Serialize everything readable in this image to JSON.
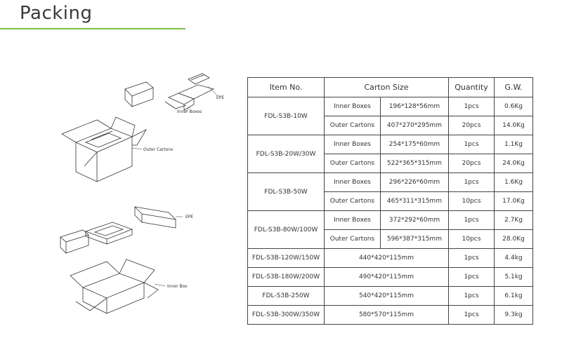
{
  "header": {
    "title": "Packing"
  },
  "illustration": {
    "top_labels": [
      "EPE",
      "Inner Boxes",
      "Outer Cartons"
    ],
    "bottom_labels": [
      "EPE",
      "Inner Box"
    ]
  },
  "table": {
    "headers": {
      "item": "Item No.",
      "carton": "Carton Size",
      "quantity": "Quantity",
      "gw": "G.W."
    },
    "grouped_rows": [
      {
        "item": "FDL-S3B-10W",
        "inner": {
          "label": "Inner Boxes",
          "size": "196*128*56mm",
          "qty": "1pcs",
          "gw": "0.6Kg"
        },
        "outer": {
          "label": "Outer Cartons",
          "size": "407*270*295mm",
          "qty": "20pcs",
          "gw": "14.0Kg"
        }
      },
      {
        "item": "FDL-S3B-20W/30W",
        "inner": {
          "label": "Inner Boxes",
          "size": "254*175*60mm",
          "qty": "1pcs",
          "gw": "1.1Kg"
        },
        "outer": {
          "label": "Outer Cartons",
          "size": "522*365*315mm",
          "qty": "20pcs",
          "gw": "24.0Kg"
        }
      },
      {
        "item": "FDL-S3B-50W",
        "inner": {
          "label": "Inner Boxes",
          "size": "296*226*60mm",
          "qty": "1pcs",
          "gw": "1.6Kg"
        },
        "outer": {
          "label": "Outer Cartons",
          "size": "465*311*315mm",
          "qty": "10pcs",
          "gw": "17.0Kg"
        }
      },
      {
        "item": "FDL-S3B-80W/100W",
        "inner": {
          "label": "Inner Boxes",
          "size": "372*292*60mm",
          "qty": "1pcs",
          "gw": "2.7Kg"
        },
        "outer": {
          "label": "Outer Cartons",
          "size": "596*387*315mm",
          "qty": "10pcs",
          "gw": "28.0Kg"
        }
      }
    ],
    "simple_rows": [
      {
        "item": "FDL-S3B-120W/150W",
        "size": "440*420*115mm",
        "qty": "1pcs",
        "gw": "4.4kg"
      },
      {
        "item": "FDL-S3B-180W/200W",
        "size": "490*420*115mm",
        "qty": "1pcs",
        "gw": "5.1kg"
      },
      {
        "item": "FDL-S3B-250W",
        "size": "540*420*115mm",
        "qty": "1pcs",
        "gw": "6.1kg"
      },
      {
        "item": "FDL-S3B-300W/350W",
        "size": "580*570*115mm",
        "qty": "1pcs",
        "gw": "9.3kg"
      }
    ]
  }
}
